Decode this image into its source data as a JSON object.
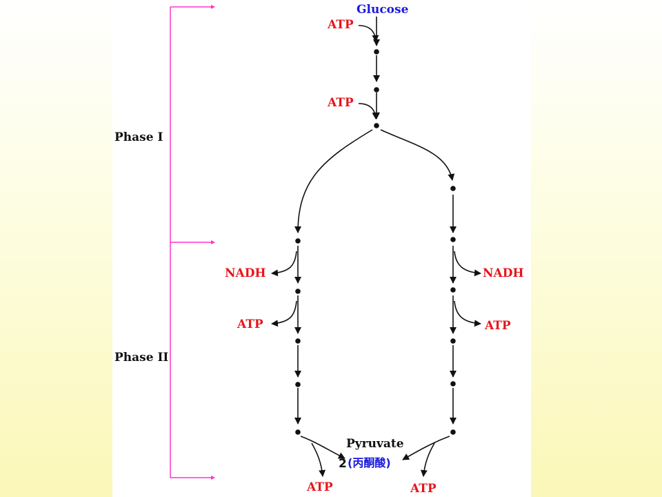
{
  "phases": {
    "phase1": "Phase I",
    "phase2": "Phase II"
  },
  "molecules": {
    "glucose": "Glucose",
    "pyruvate": "Pyruvate",
    "pyruvate_cn": "(丙酮酸)",
    "pyruvate_count": "2"
  },
  "cofactors": {
    "atp": "ATP",
    "nadh": "NADH"
  },
  "colors": {
    "page_panel": "#ffffff",
    "bracket": "#ff33cc",
    "cofactor_text": "#e8141b",
    "glucose_text": "#1a1adb",
    "pyruvate_cn_text": "#1a1adb",
    "arrow": "#111111"
  }
}
